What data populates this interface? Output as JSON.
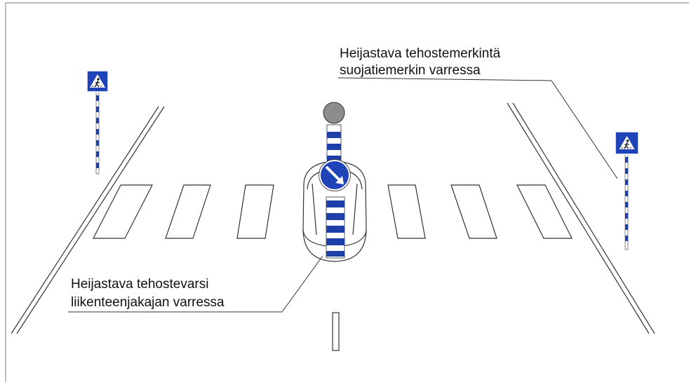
{
  "labels": {
    "top_right_line1": "Heijastava tehostemerkintä",
    "top_right_line2": "suojatiemerkin varressa",
    "bottom_left_line1": "Heijastava tehostevarsi",
    "bottom_left_line2": "liikenteenjakajan varressa"
  },
  "colors": {
    "sign_blue": "#1f44b8",
    "stripe_blue": "#1f3fa8",
    "globe_gray": "#8c8c8c",
    "line": "#333333",
    "frame": "#7a7a7a"
  },
  "icons": {
    "crossing_sign": "pedestrian-crossing-sign-icon",
    "keep_right_sign": "keep-right-arrow-icon",
    "beacon": "beacon-globe-icon"
  }
}
